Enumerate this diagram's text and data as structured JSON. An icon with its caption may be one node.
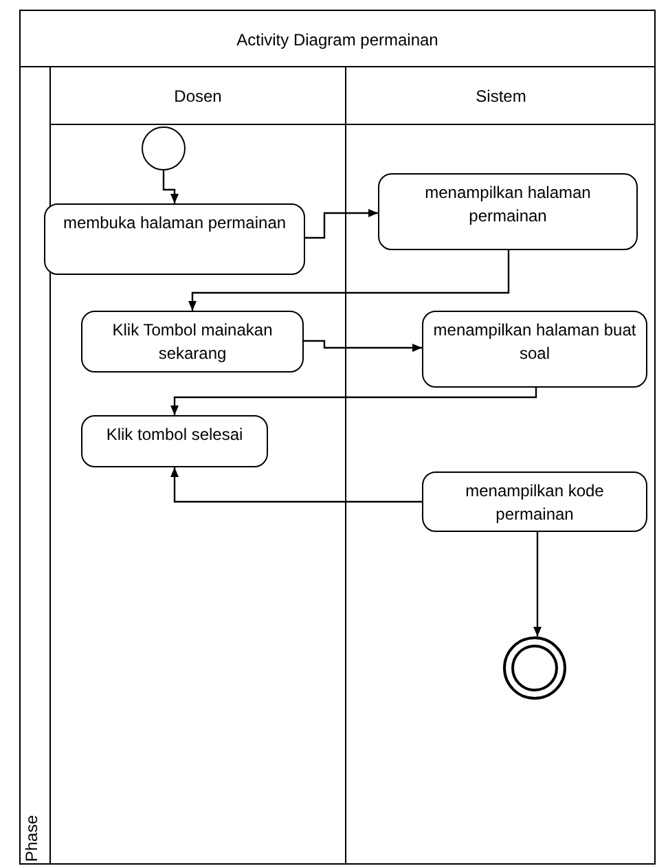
{
  "diagram": {
    "nodes": [
      {
        "text": [
          "Activity Diagram permainan"
        ]
      },
      {
        "text": [
          "Phase"
        ],
        "in": 0
      },
      {
        "text": [
          "Dosen"
        ],
        "in": 0
      },
      {
        "text": [
          "Sistem"
        ],
        "in": 0
      },
      {
        "text": [],
        "shape": "circle",
        "in": 2
      },
      {
        "text": [
          "membuka halaman permainan"
        ],
        "in": 2
      },
      {
        "text": [
          "menampilkan halaman permainan"
        ],
        "in": 3
      },
      {
        "text": [
          "Klik Tombol mainakan sekarang"
        ],
        "in": 2
      },
      {
        "text": [
          "menampilkan halaman buat soal"
        ],
        "in": 3
      },
      {
        "text": [
          "Klik tombol selesai"
        ],
        "in": 2
      },
      {
        "text": [
          "menampilkan kode permainan"
        ],
        "in": 3
      },
      {
        "text": [],
        "shape": "circle",
        "in": 3
      }
    ],
    "edges": [
      {
        "from": 4,
        "to": 5,
        "arrow": "to"
      },
      {
        "from": 5,
        "to": 6,
        "arrow": "to"
      },
      {
        "from": 6,
        "to": 7,
        "arrow": "to"
      },
      {
        "from": 7,
        "to": 8,
        "arrow": "to"
      },
      {
        "from": 8,
        "to": 9,
        "arrow": "to"
      },
      {
        "from": 10,
        "to": 9,
        "arrow": "to"
      },
      {
        "from": 10,
        "to": 11,
        "arrow": "to"
      }
    ]
  }
}
